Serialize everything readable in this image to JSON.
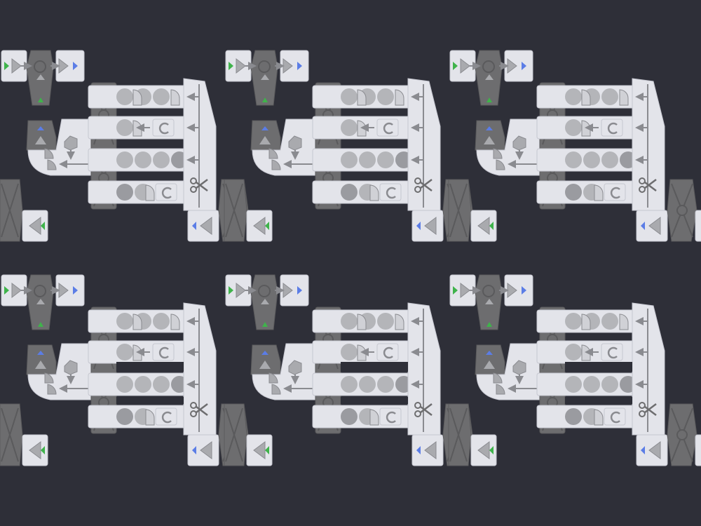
{
  "game": {
    "background_color": "#2e2f38",
    "tile_color": "#e3e4ea",
    "tile_border_color": "#c6c7d0",
    "machine_color": "#6d6d6f",
    "machine_dark_color": "#5a5a5c",
    "shape_color": "#a9aaae",
    "arrow_color": "#8a8b90",
    "input_indicator_color": "#3fb34b",
    "output_indicator_color": "#5b7de6",
    "tile_grid": {
      "columns": 3,
      "rows": 2
    },
    "tiles": [
      {
        "id": "tile-r1-c1",
        "variant": "full"
      },
      {
        "id": "tile-r1-c2",
        "variant": "full"
      },
      {
        "id": "tile-r1-c3",
        "variant": "full"
      },
      {
        "id": "tile-r2-c1",
        "variant": "partial"
      },
      {
        "id": "tile-r2-c2",
        "variant": "partial"
      },
      {
        "id": "tile-r2-c3",
        "variant": "partial"
      }
    ],
    "icons": [
      "input-arrow-icon",
      "output-arrow-icon",
      "stacker-icon",
      "cutter-icon",
      "rotator-icon",
      "hexagon-shape-icon",
      "quarter-circle-shape-icon",
      "circle-shape-icon",
      "belt-arrow-icon"
    ]
  }
}
